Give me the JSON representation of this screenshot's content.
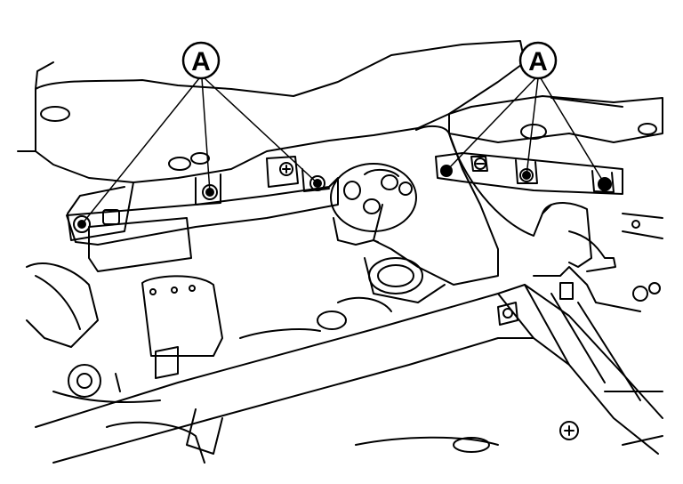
{
  "callouts": [
    {
      "id": "left",
      "label": "A"
    },
    {
      "id": "right",
      "label": "A"
    }
  ],
  "colors": {
    "ink": "#000000",
    "paper": "#ffffff"
  }
}
